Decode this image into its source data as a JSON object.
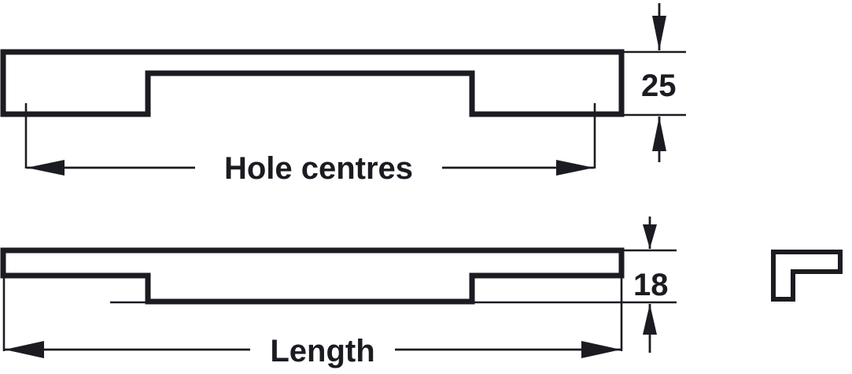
{
  "drawing": {
    "title": "Handle profile dimension drawing",
    "background_color": "#ffffff",
    "line_color": "#1b1b22",
    "views": [
      {
        "name": "front-elevation-top",
        "description": "Handle front view with stepped ends",
        "dimension_label": "Hole centres",
        "thickness_label": "25"
      },
      {
        "name": "front-elevation-bottom",
        "description": "Handle front view showing overall length",
        "dimension_label": "Length",
        "thickness_label": "18"
      },
      {
        "name": "section-profile",
        "description": "L-shaped cross section profile"
      }
    ],
    "dimensions": {
      "hole_centres_label": "Hole centres",
      "length_label": "Length",
      "height_25": "25",
      "height_18": "18"
    }
  }
}
